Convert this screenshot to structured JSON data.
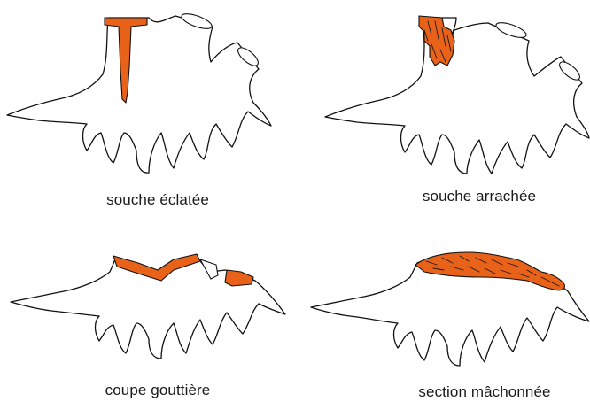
{
  "colors": {
    "wood": "#e8621a",
    "outline": "#111111",
    "background": "#ffffff"
  },
  "panels": [
    {
      "caption": "souche éclatée"
    },
    {
      "caption": "souche arrachée"
    },
    {
      "caption": "coupe gouttière"
    },
    {
      "caption": "section mâchonnée"
    }
  ]
}
